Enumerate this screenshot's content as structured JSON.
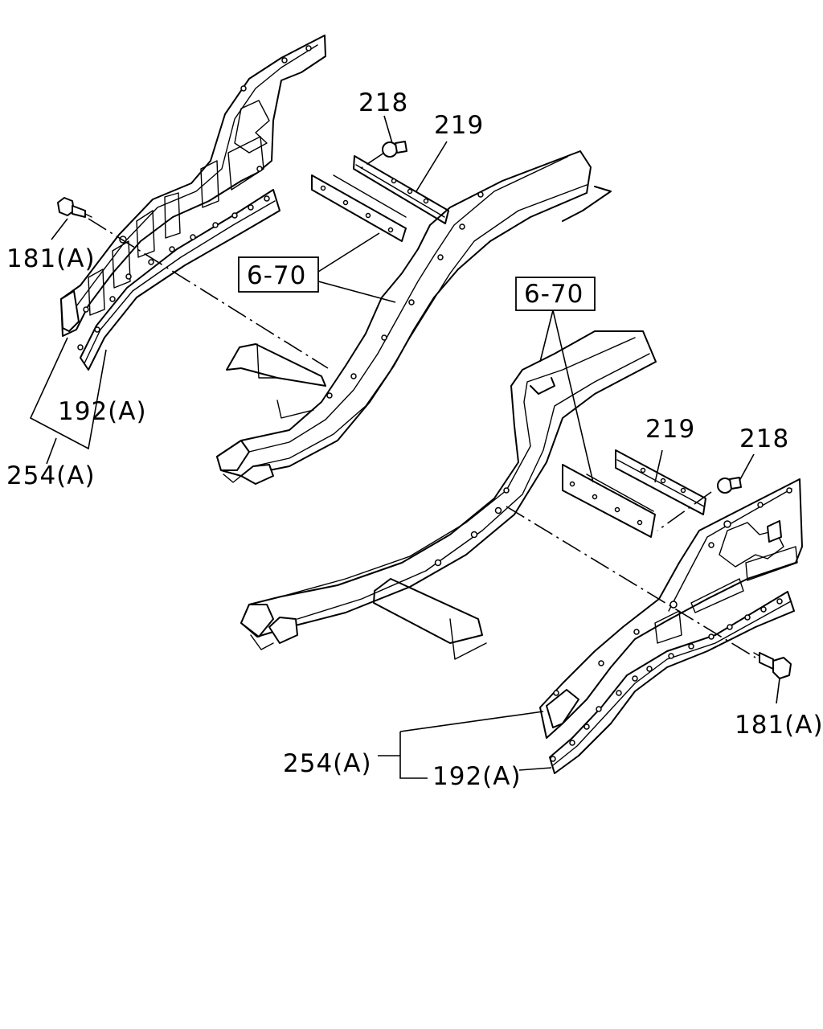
{
  "labels": {
    "top_218": "218",
    "top_219": "219",
    "left_181": "181(A)",
    "top_ref": "6-70",
    "left_192": "192(A)",
    "left_254": "254(A)",
    "mid_ref": "6-70",
    "mid_219": "219",
    "mid_218": "218",
    "right_181": "181(A)",
    "bottom_254": "254(A)",
    "bottom_192": "192(A)"
  }
}
